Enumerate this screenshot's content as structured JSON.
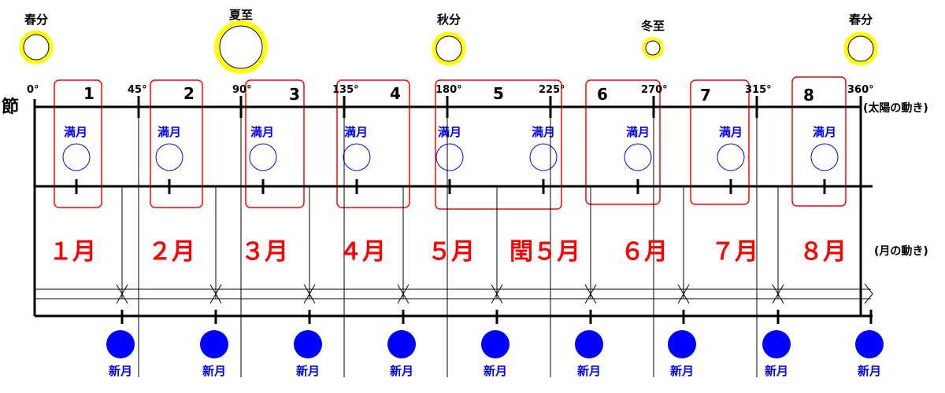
{
  "diagram": {
    "left_label": "節",
    "sun_axis_label": "(太陽の動き)",
    "moon_axis_label": "(月の動き)",
    "seasons": [
      {
        "label": "春分",
        "size": "medium"
      },
      {
        "label": "夏至",
        "size": "large"
      },
      {
        "label": "秋分",
        "size": "medium"
      },
      {
        "label": "冬至",
        "size": "small"
      },
      {
        "label": "春分",
        "size": "medium"
      }
    ],
    "degrees": [
      "0°",
      "45°",
      "90°",
      "135°",
      "180°",
      "225°",
      "270°",
      "315°",
      "360°"
    ],
    "segments": [
      "1",
      "2",
      "3",
      "4",
      "5",
      "6",
      "7",
      "8"
    ],
    "full_moon_label": "満月",
    "new_moon_label": "新月",
    "months": [
      "１月",
      "２月",
      "３月",
      "４月",
      "５月",
      "閏５月",
      "６月",
      "７月",
      "８月"
    ],
    "colors": {
      "sun_fill": "#ffffff",
      "sun_ring": "#ffff00",
      "full_moon": "#0000ff",
      "new_moon": "#0000ff",
      "segment_box": "#ff0000",
      "month_text": "#ff0000",
      "axis": "#000000"
    }
  }
}
